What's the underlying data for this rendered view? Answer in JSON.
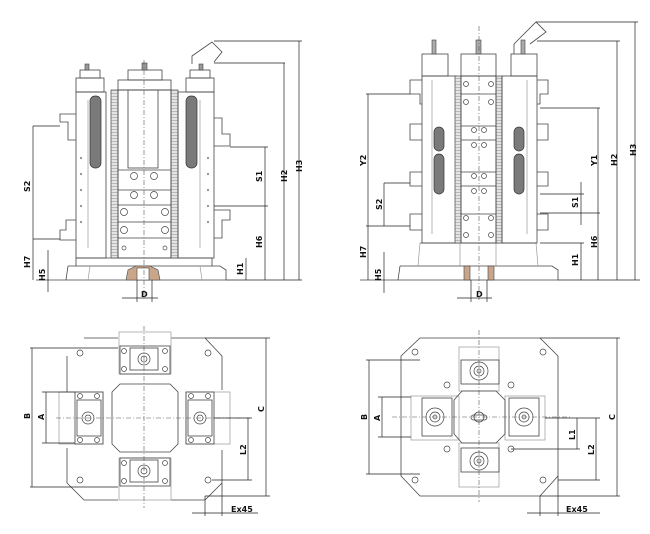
{
  "drawing": {
    "front_view_left": {
      "dimension_labels": [
        "H3",
        "H2",
        "S1",
        "H6",
        "H1",
        "S2",
        "H7",
        "H5",
        "D"
      ]
    },
    "front_view_right": {
      "dimension_labels": [
        "H3",
        "H2",
        "Y1",
        "S1",
        "H6",
        "H1",
        "Y2",
        "S2",
        "H7",
        "H5",
        "D"
      ]
    },
    "top_view_left": {
      "dimension_labels": [
        "B",
        "A",
        "C",
        "L2",
        "Ex45"
      ]
    },
    "top_view_right": {
      "dimension_labels": [
        "B",
        "A",
        "C",
        "L1",
        "L2",
        "Ex45"
      ]
    }
  },
  "colors": {
    "outline": "#444444",
    "rack": "#d6d6d6",
    "slot": "#7a7a7a",
    "hatch": "#c9a58a"
  }
}
